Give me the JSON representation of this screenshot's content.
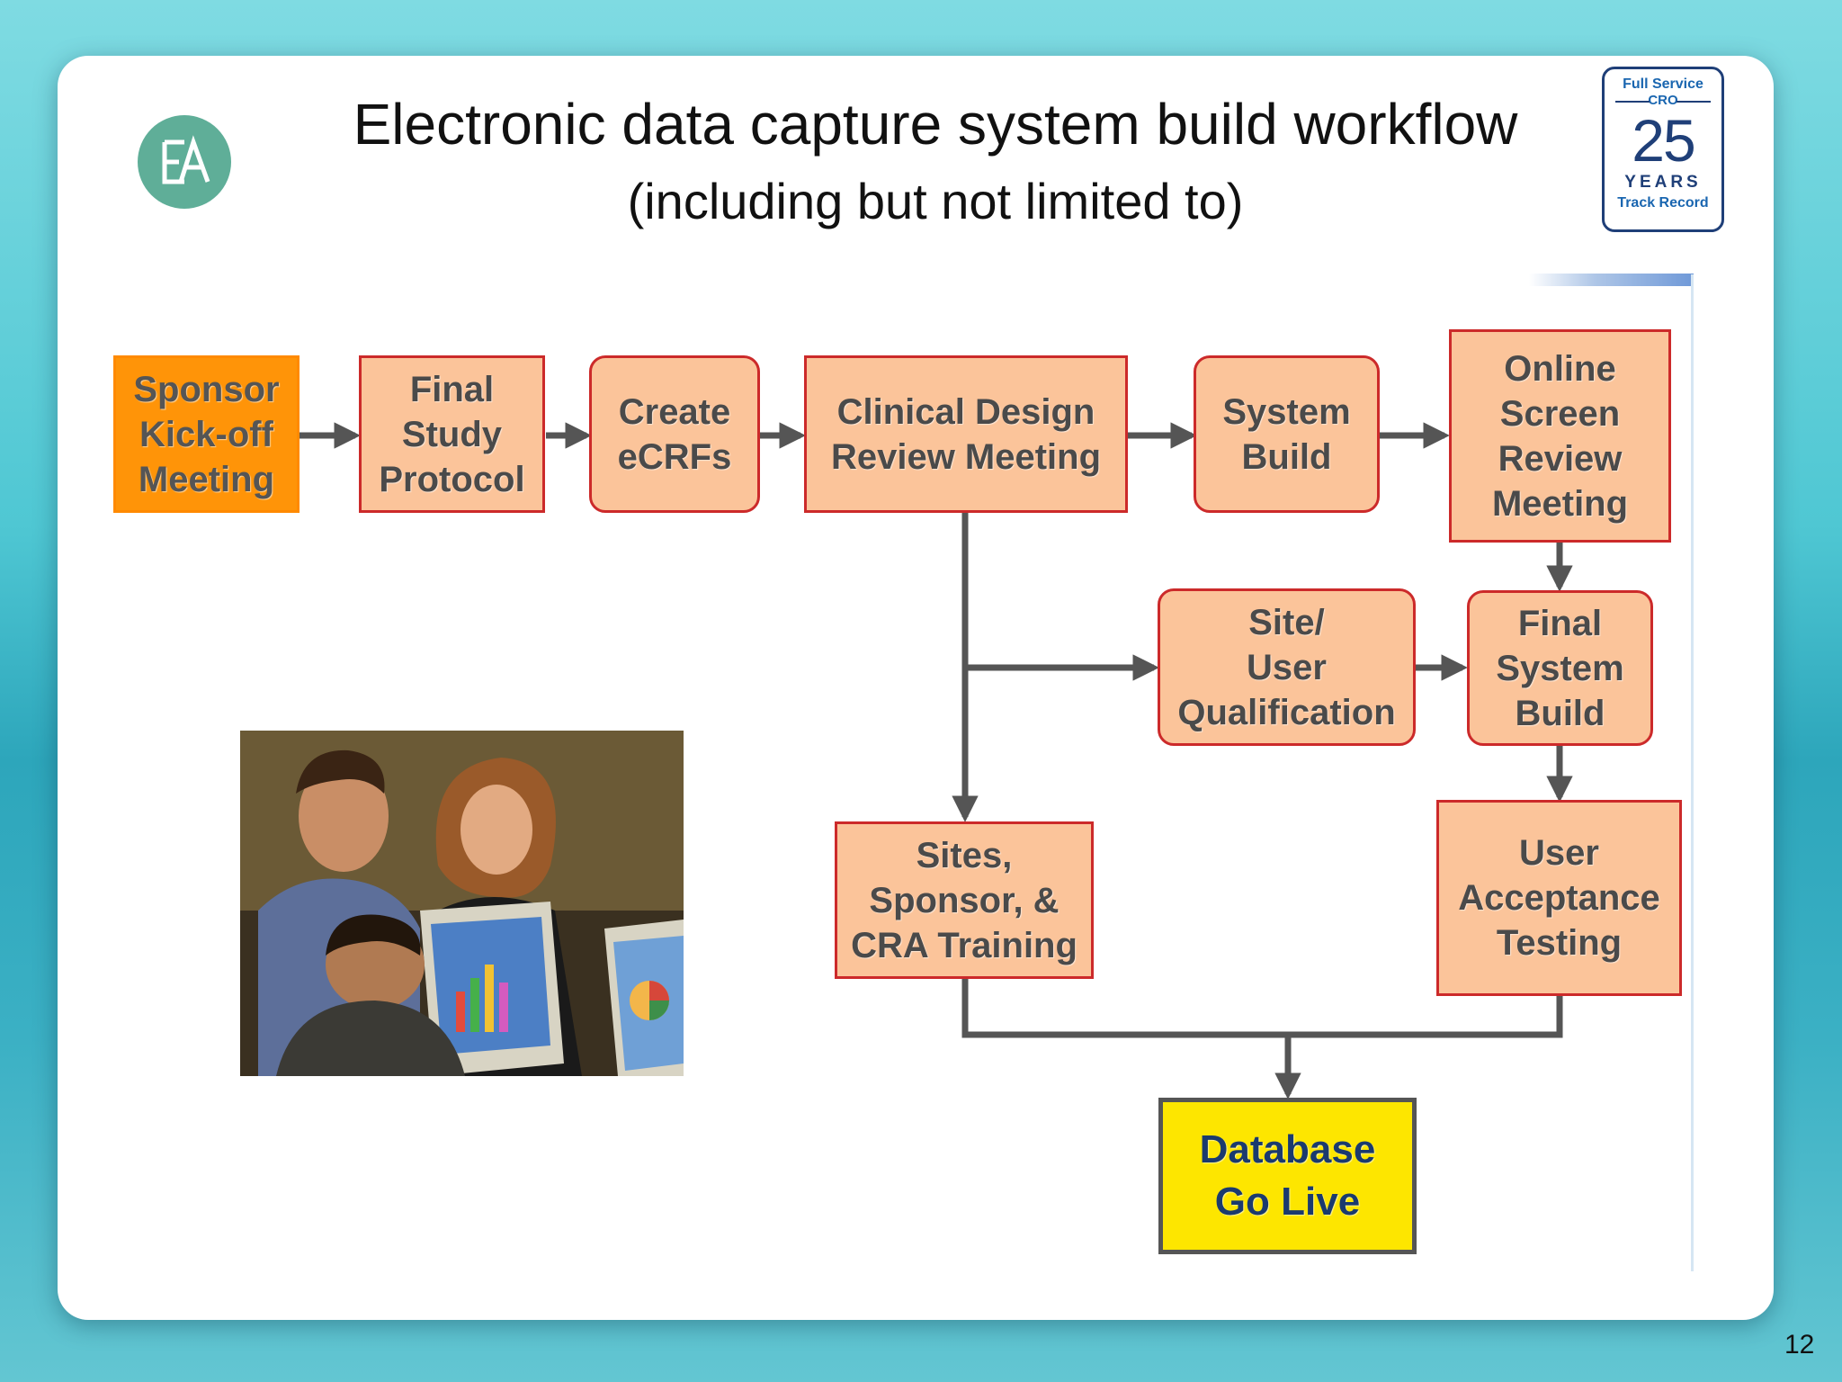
{
  "slide": {
    "title": "Electronic data capture system build workflow",
    "subtitle": "(including but not limited to)",
    "page_number": "12"
  },
  "badge": {
    "line1": "Full Service",
    "line2": "CRO",
    "number": "25",
    "years": "YEARS",
    "track": "Track Record"
  },
  "logo": {
    "letters": "EA"
  },
  "workflow": {
    "sponsor_kickoff": "Sponsor\nKick-off\nMeeting",
    "final_study_protocol": "Final\nStudy\nProtocol",
    "create_ecrfs": "Create\neCRFs",
    "clinical_design_review": "Clinical Design\nReview Meeting",
    "system_build": "System\nBuild",
    "online_screen_review": "Online\nScreen\nReview\nMeeting",
    "site_user_qualification": "Site/\nUser\nQualification",
    "final_system_build": "Final\nSystem\nBuild",
    "training": "Sites,\nSponsor, &\nCRA Training",
    "user_acceptance_testing": "User\nAcceptance\nTesting",
    "database_go_live": "Database\nGo Live"
  },
  "colors": {
    "step_fill": "#fbc49a",
    "step_border": "#cc2a2a",
    "start_fill": "#ff9408",
    "end_fill": "#fde600",
    "connector": "#555555"
  }
}
